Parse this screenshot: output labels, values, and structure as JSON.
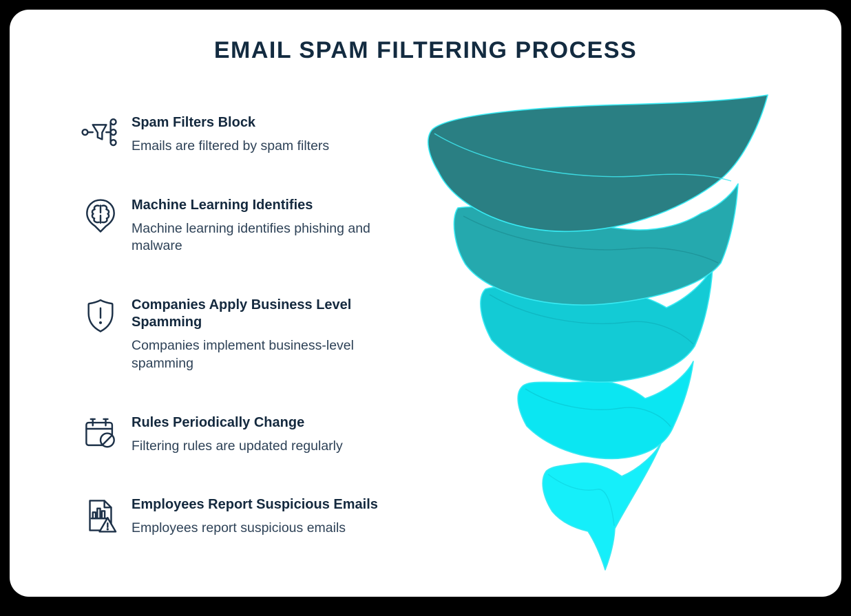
{
  "title": "EMAIL SPAM FILTERING PROCESS",
  "steps": [
    {
      "icon": "spam-filter-funnel-icon",
      "title": "Spam Filters Block",
      "description": "Emails are filtered by spam filters"
    },
    {
      "icon": "machine-learning-brain-pin-icon",
      "title": "Machine Learning Identifies",
      "description": "Machine learning identifies phishing and malware"
    },
    {
      "icon": "shield-alert-icon",
      "title": "Companies Apply Business Level Spamming",
      "description": "Companies implement business-level spamming"
    },
    {
      "icon": "calendar-blocked-icon",
      "title": "Rules Periodically Change",
      "description": "Filtering rules are updated regularly"
    },
    {
      "icon": "suspicious-report-document-icon",
      "title": "Employees Report Suspicious Emails",
      "description": "Employees report suspicious emails"
    }
  ],
  "funnel": {
    "type": "spiral-funnel",
    "bands": [
      {
        "level": 1,
        "color": "#2A7F83",
        "lip_color": "#3FE9F1"
      },
      {
        "level": 2,
        "color": "#25A9AE",
        "lip_color": "#1D9296"
      },
      {
        "level": 3,
        "color": "#13CBD5",
        "lip_color": "#0FB5BF"
      },
      {
        "level": 4,
        "color": "#0BE6F2",
        "lip_color": "#09CBD8"
      },
      {
        "level": 5,
        "color": "#15EFFA",
        "lip_color": "#0FD8E4"
      }
    ],
    "edge_color": "#38EAF3"
  },
  "colors": {
    "heading": "#132B40",
    "body_text": "#2E4257",
    "card_background": "#FFFFFF"
  }
}
